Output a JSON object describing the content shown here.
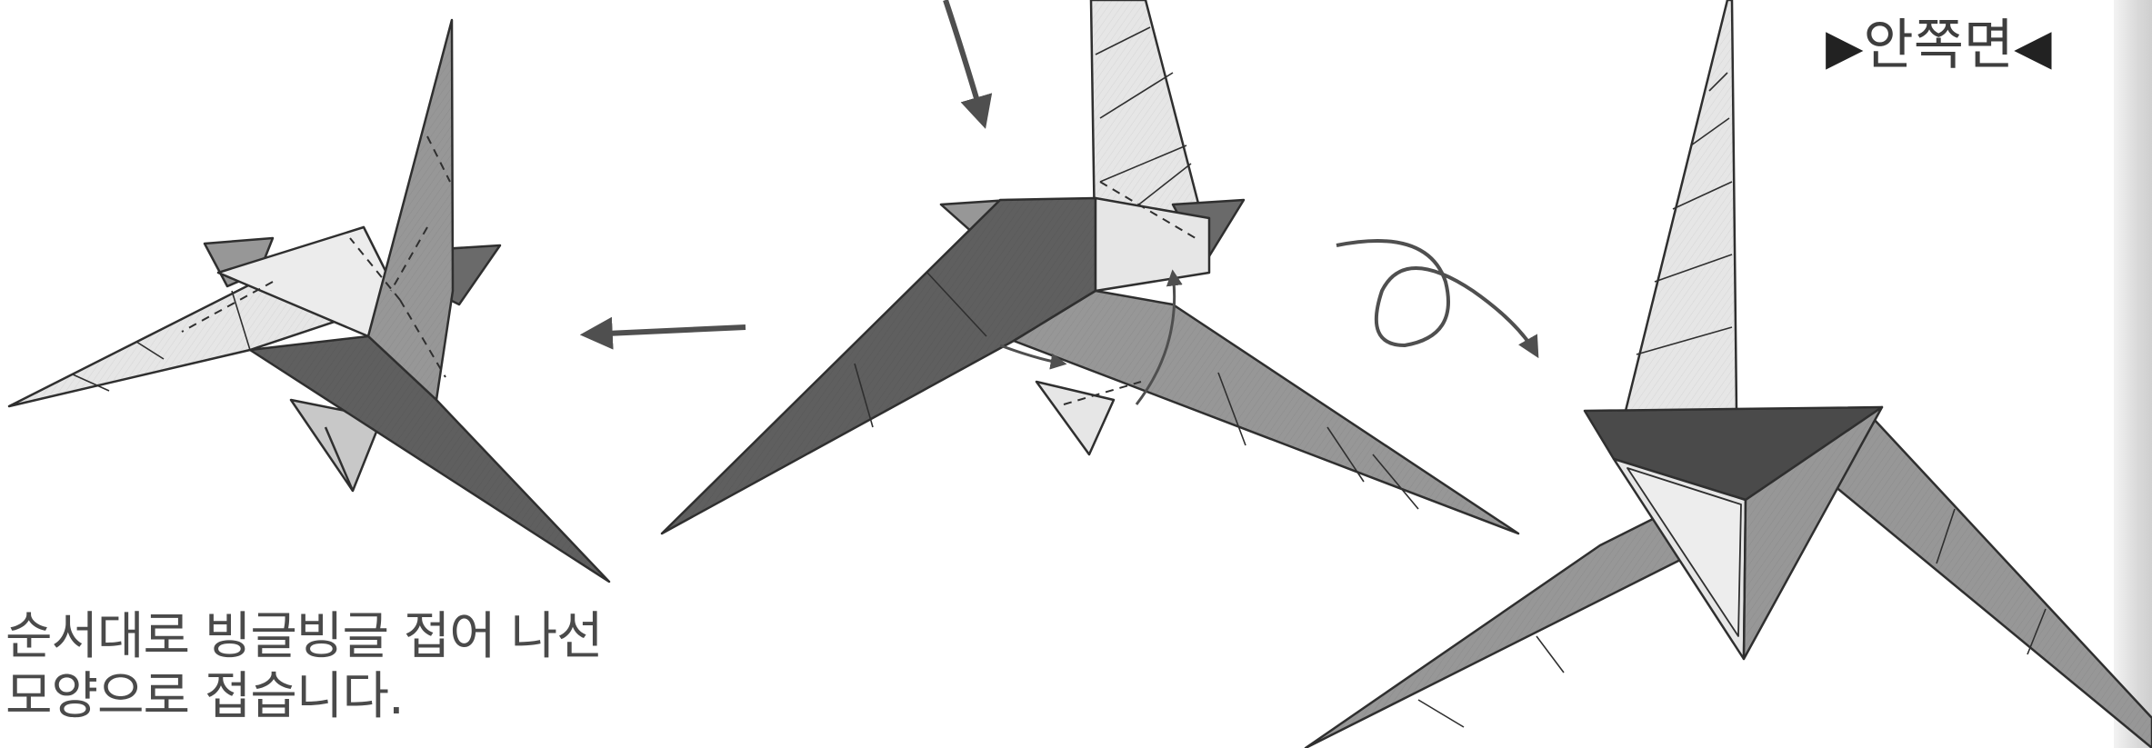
{
  "caption": {
    "line1": "순서대로 빙글빙글 접어 나선",
    "line2": "모양으로 접습니다."
  },
  "side_label": {
    "left_marker": "▶",
    "text": "안쪽면",
    "right_marker": "◀"
  },
  "colors": {
    "dark_face": "#5f5f5f",
    "mid_face": "#979797",
    "light_face": "#e6e6e6",
    "darkest_face": "#4a4a4a",
    "outline": "#2f2f2f",
    "arrow": "#4f4f4f"
  }
}
